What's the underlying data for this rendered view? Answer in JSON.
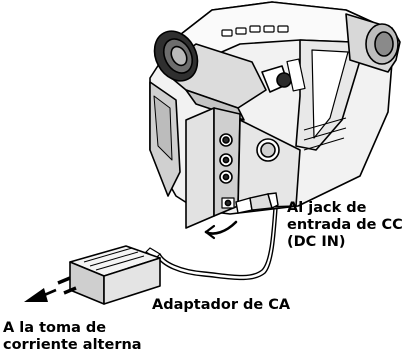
{
  "labels": {
    "dc_in_jack": [
      "Al jack de",
      "entrada de CC",
      "(DC IN)"
    ],
    "ac_adapter": "Adaptador de CA",
    "ac_outlet": [
      "A la toma de",
      "corriente alterna"
    ]
  },
  "icons": {
    "camcorder": "camcorder-illustration",
    "adapter": "ac-adapter-illustration",
    "plug": "dc-plug-icon",
    "arrow_outlet": "arrow-left-icon",
    "arrow_connect": "curved-arrow-icon"
  },
  "colors": {
    "line": "#000000",
    "body_light": "#f4f4f4",
    "body_mid": "#d6d6d6",
    "body_dark": "#9a9a9a",
    "lens_dark": "#2a2a2a"
  }
}
